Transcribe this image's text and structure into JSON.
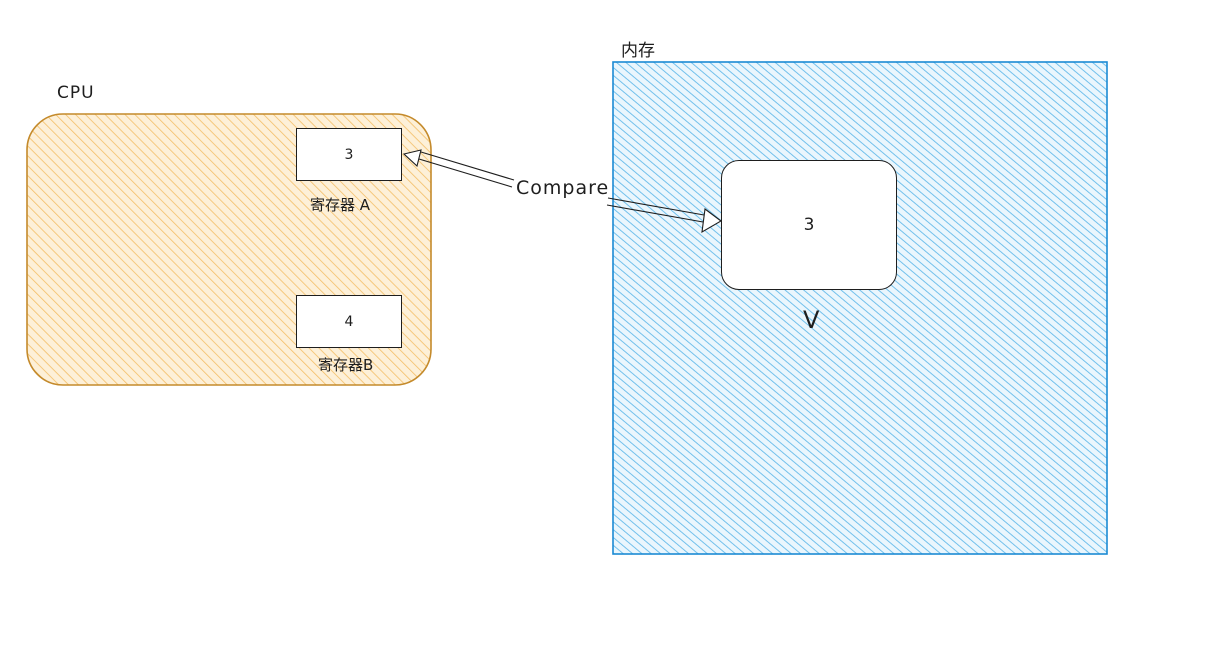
{
  "cpu": {
    "title": "CPU",
    "fill_color": "#f5c77e",
    "stroke_color": "#c48a2b",
    "register_a": {
      "value": "3",
      "label": "寄存器 A"
    },
    "register_b": {
      "value": "4",
      "label": "寄存器B"
    }
  },
  "memory": {
    "title": "内存",
    "fill_color": "#8fcff0",
    "stroke_color": "#1c8ad4",
    "cell": {
      "value": "3",
      "label": "V"
    }
  },
  "operation": {
    "label": "Compare"
  }
}
